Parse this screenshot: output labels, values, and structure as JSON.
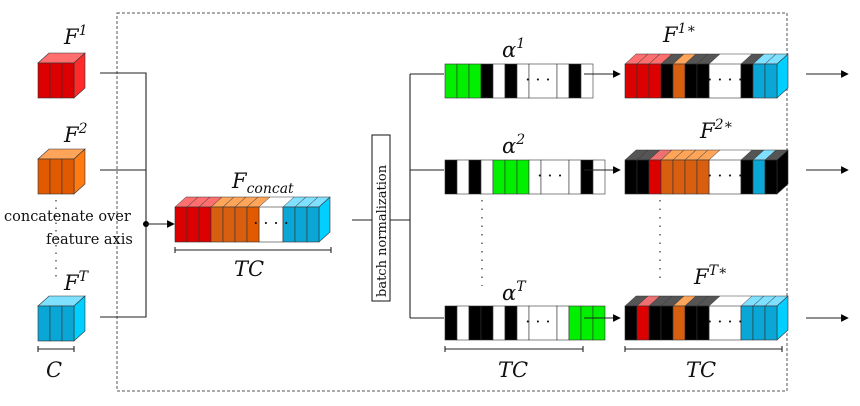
{
  "inputs": [
    {
      "base": "F",
      "sup": "1",
      "color": "red"
    },
    {
      "base": "F",
      "sup": "2",
      "color": "orange"
    },
    {
      "base": "F",
      "sup": "T",
      "color": "cyan"
    }
  ],
  "input_dim_label": "C",
  "concat_label_lines": [
    "concatenate over",
    "feature axis"
  ],
  "concat": {
    "base": "F",
    "sub": "concat"
  },
  "concat_dim_label": "TC",
  "batchnorm_label": "batch normalization",
  "attention": [
    {
      "base": "α",
      "sup": "1"
    },
    {
      "base": "α",
      "sup": "2"
    },
    {
      "base": "α",
      "sup": "T"
    }
  ],
  "attention_dim_label": "TC",
  "outputs": [
    {
      "base": "F",
      "sup": "1∗"
    },
    {
      "base": "F",
      "sup": "2∗"
    },
    {
      "base": "F",
      "sup": "T∗"
    }
  ],
  "output_dim_label": "TC",
  "ellipsis": "· · · ·",
  "colors": {
    "red": "#dd0000",
    "red_top": "#ff6f6f",
    "red_side": "#ff2a2a",
    "orange": "#e25a00",
    "orange_top": "#ffa55a",
    "orange_side": "#ff7a10",
    "cyan": "#0aa6d6",
    "cyan_top": "#7fe0ff",
    "cyan_side": "#00cfff",
    "green": "#00f000",
    "black": "#000000",
    "pink": "#ef7070",
    "dark_orange": "#d95f10",
    "grey_top": "#555555"
  }
}
